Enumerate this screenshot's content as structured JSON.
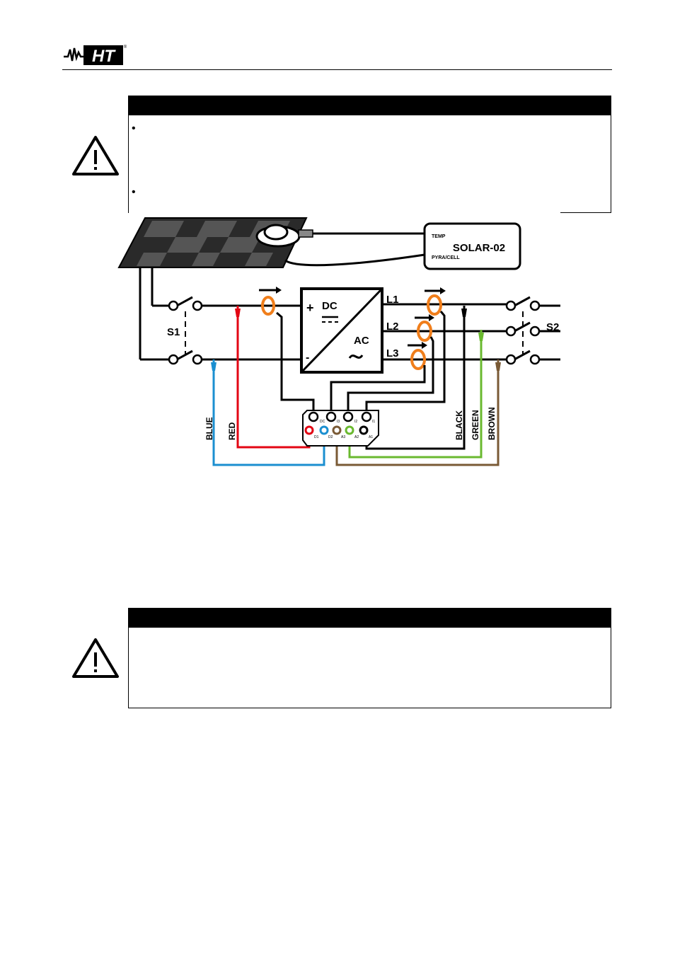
{
  "header": {
    "logo_text": "HT",
    "logo_mark": "®"
  },
  "warning_top": {
    "icon": "warning-triangle-icon",
    "bullets": [
      "•",
      "•"
    ]
  },
  "diagram": {
    "device_name": "SOLAR-02",
    "device_port_top": "TEMP",
    "device_port_bottom": "PYRA/CELL",
    "inverter_dc_label": "DC",
    "inverter_ac_label": "AC",
    "plus_sign": "+",
    "minus_sign": "-",
    "switch_left": "S1",
    "switch_right": "S2",
    "phases": [
      "L1",
      "L2",
      "L3"
    ],
    "wires_left": [
      "BLUE",
      "RED"
    ],
    "wires_right": [
      "BLACK",
      "GREEN",
      "BROWN"
    ],
    "terminal_labels_top": [
      "DC",
      "I3",
      "I2",
      "I1"
    ],
    "terminal_labels_bottom": [
      "D1",
      "D2",
      "A3",
      "A2",
      "A1"
    ],
    "wire_colors": {
      "blue": "#1b8fd0",
      "red": "#e30613",
      "green": "#6ab92f",
      "brown": "#7a5a35",
      "black": "#000000",
      "clamp": "#f07e1b"
    }
  },
  "warning_bottom": {
    "icon": "warning-triangle-icon"
  }
}
